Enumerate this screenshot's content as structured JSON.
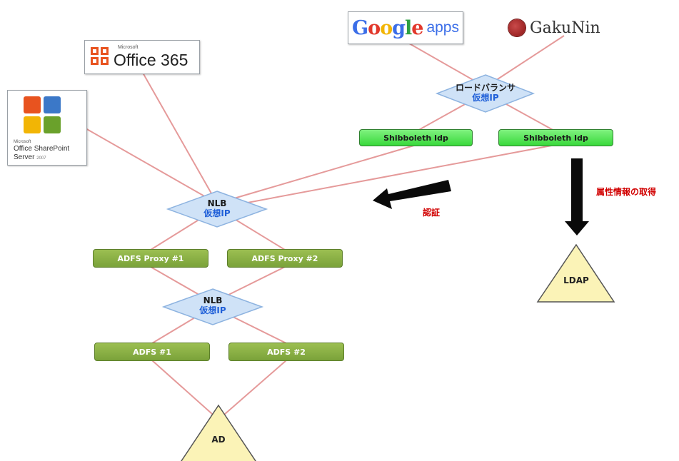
{
  "logos": {
    "google_apps": {
      "word": "Google",
      "suffix": "apps"
    },
    "gakunin": {
      "text": "GakuNin"
    },
    "office365": {
      "brand": "Microsoft",
      "text": "Office 365"
    },
    "sharepoint": {
      "line1": "Microsoft",
      "line2": "Office SharePoint",
      "line3": "Server",
      "year": "2007"
    }
  },
  "load_balancer": {
    "line1": "ロードバランサ",
    "line2": "仮想IP"
  },
  "nlb_top": {
    "line1": "NLB",
    "line2": "仮想IP"
  },
  "nlb_bottom": {
    "line1": "NLB",
    "line2": "仮想IP"
  },
  "shibboleth": [
    "Shibboleth Idp",
    "Shibboleth Idp"
  ],
  "adfs_proxy": [
    "ADFS Proxy #1",
    "ADFS Proxy #2"
  ],
  "adfs": [
    "ADFS #1",
    "ADFS #2"
  ],
  "ldap_label": "LDAP",
  "ad_label": "AD",
  "auth_label": "認証",
  "attr_label": "属性情報の取得",
  "colors": {
    "link": "#e59a9a",
    "olive_node": "#8bb346",
    "lime_node": "#5ee85f",
    "diamond": "#cfe2f7",
    "triangle": "#fbf3b7",
    "arrow": "#0a0a0a",
    "label_red": "#d10000"
  }
}
